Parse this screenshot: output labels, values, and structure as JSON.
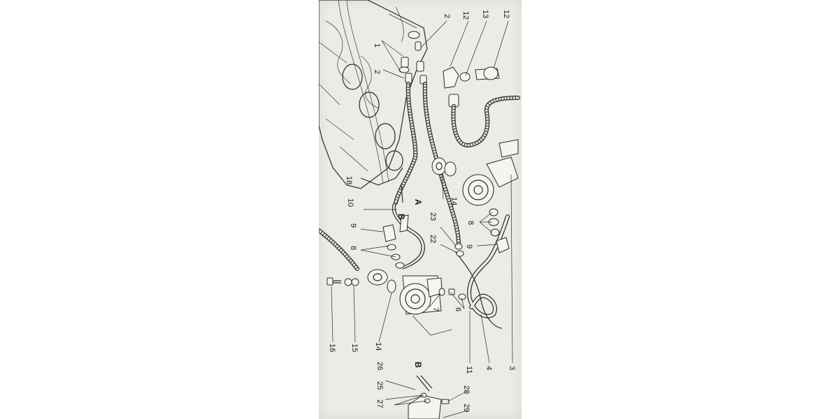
{
  "callouts": {
    "c2_top": "2",
    "c12_a": "12",
    "c13": "13",
    "c12_b": "12",
    "c1": "1",
    "c2_mid": "2",
    "c18": "18",
    "c10": "10",
    "cA": "A",
    "cB_main": "B",
    "c9_left": "9",
    "c8_left": "8",
    "c14_mid": "14",
    "c23": "23",
    "c22": "22",
    "c8_right": "8",
    "c9_right": "9",
    "c7": "7",
    "c6": "6",
    "c16": "16",
    "c15": "15",
    "c14_low": "14",
    "c11": "11",
    "c4": "4",
    "c3": "3",
    "cB_low": "B",
    "c26": "26",
    "c25": "25",
    "c27": "27",
    "c28": "28",
    "c29": "29"
  }
}
